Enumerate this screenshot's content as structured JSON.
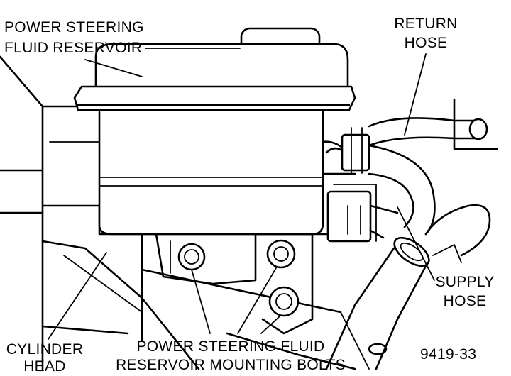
{
  "labels": {
    "reservoir_line1": "POWER STEERING",
    "reservoir_line2": "FLUID RESERVOIR",
    "return_line1": "RETURN",
    "return_line2": "HOSE",
    "supply_line1": "SUPPLY",
    "supply_line2": "HOSE",
    "cylinder_line1": "CYLINDER",
    "cylinder_line2": "HEAD",
    "bolts_line1": "POWER STEERING FLUID",
    "bolts_line2": "RESERVOIR MOUNTING BOLTS",
    "figure_number": "9419-33"
  }
}
